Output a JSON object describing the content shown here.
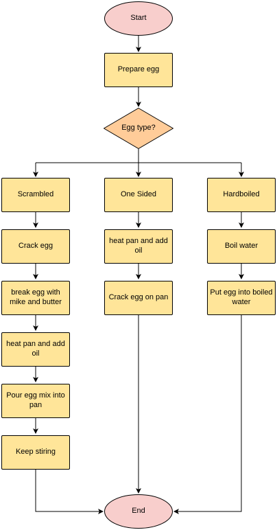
{
  "flow": {
    "start": "Start",
    "prepare": "Prepare egg",
    "decision": "Egg type?",
    "end": "End"
  },
  "branches": {
    "scrambled": {
      "title": "Scrambled",
      "steps": [
        "Crack egg",
        "break egg with mike and butter",
        "heat pan and add oil",
        "Pour egg mix into pan",
        "Keep stiring"
      ]
    },
    "one_sided": {
      "title": "One Sided",
      "steps": [
        "heat pan and add oil",
        "Crack egg on pan"
      ]
    },
    "hardboiled": {
      "title": "Hardboiled",
      "steps": [
        "Boil water",
        "Put egg into boiled water"
      ]
    }
  },
  "colors": {
    "terminal_fill": "#f8cecc",
    "process_fill": "#ffe599",
    "decision_fill": "#ffcc99",
    "stroke": "#000000"
  }
}
